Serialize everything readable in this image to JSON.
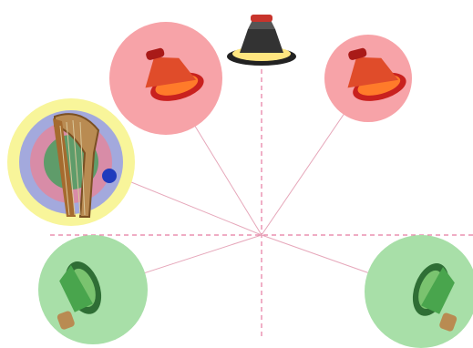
{
  "diagram": {
    "crosshair_color": "#e57aa0",
    "ray_color": "#e6a7ba",
    "listener_colors": {
      "red_circle": "#f7a3a8",
      "green_circle": "#a8dfa8",
      "yellow_ring": "#f8f59a",
      "blue_ring": "#a3a9dd",
      "pink_ring": "#d88ca7",
      "green_core": "#5f9c6a"
    },
    "sources": [
      {
        "id": "speaker-top-center",
        "icon": "speaker-icon",
        "color": "#222222",
        "accent": "#c8342c"
      },
      {
        "id": "speaker-front-left",
        "icon": "speaker-icon",
        "color": "#e04c2a"
      },
      {
        "id": "speaker-front-right",
        "icon": "speaker-icon",
        "color": "#e04c2a"
      },
      {
        "id": "harp-left",
        "icon": "harp-icon",
        "color": "#b98b52"
      },
      {
        "id": "speaker-rear-left",
        "icon": "speaker-icon",
        "color": "#49a54d"
      },
      {
        "id": "speaker-rear-right",
        "icon": "speaker-icon",
        "color": "#49a54d"
      }
    ]
  }
}
